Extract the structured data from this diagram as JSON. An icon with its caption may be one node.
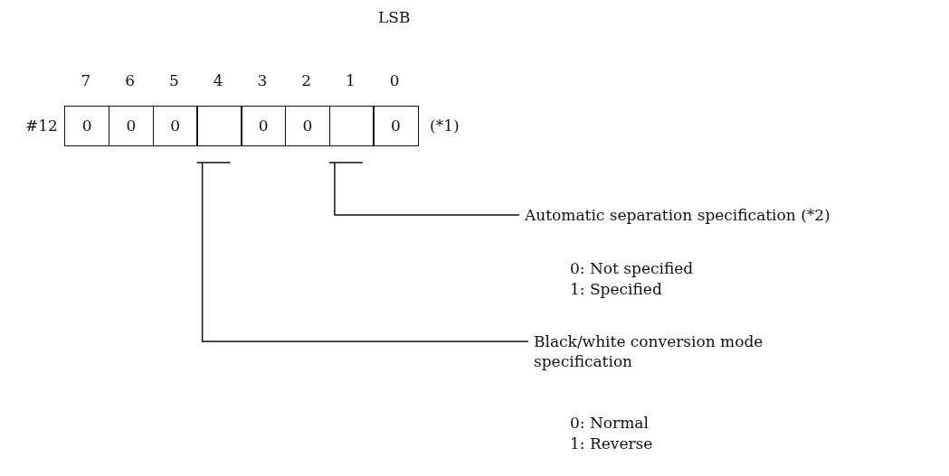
{
  "diagram": {
    "nodes": [
      {
        "text": [
          "0"
        ]
      },
      {
        "text": [
          "0"
        ]
      },
      {
        "text": [
          "0"
        ]
      },
      {
        "text": [],
        "shape": "box"
      },
      {
        "text": [
          "0"
        ]
      },
      {
        "text": [
          "0"
        ]
      },
      {
        "text": [],
        "shape": "box"
      },
      {
        "text": [
          "0"
        ]
      },
      {
        "text": [
          "Automatic separation specification (*2)"
        ]
      },
      {
        "text": [
          "Black/white conversion mode specification"
        ]
      }
    ],
    "edges": [
      {
        "from": 8,
        "to": 6,
        "arrow": "none"
      },
      {
        "from": 9,
        "to": 3,
        "arrow": "none"
      }
    ],
    "labels": [
      "LSB",
      "7",
      "6",
      "5",
      "4",
      "3",
      "2",
      "1",
      "0",
      "#12",
      "(*1)",
      "0: Not specified",
      "1: Specified",
      "0: Normal",
      "1: Reverse"
    ]
  }
}
